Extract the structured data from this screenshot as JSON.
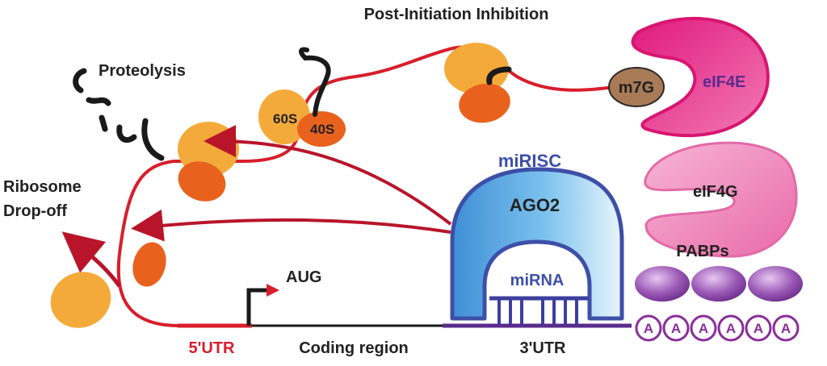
{
  "title": "Post-Initiation Inhibition",
  "labels": {
    "proteolysis": "Proteolysis",
    "ribosome_dropoff_line1": "Ribosome",
    "ribosome_dropoff_line2": "Drop-off",
    "subunit_60s": "60S",
    "subunit_40s": "40S",
    "cap": "m7G",
    "eif4e": "eIF4E",
    "eif4g": "eIF4G",
    "mirisc": "miRISC",
    "ago2": "AGO2",
    "mirna": "miRNA",
    "pabps": "PABPs",
    "aug": "AUG",
    "utr5": "5'UTR",
    "coding_region": "Coding region",
    "utr3": "3'UTR",
    "polya_letter": "A"
  },
  "polya_count": 6,
  "colors": {
    "mrna": "#d81e2c",
    "utr3": "#5a2b8c",
    "ribosome_large": "#f4aa3b",
    "ribosome_small": "#e8621e",
    "ago2": "#4aa3df",
    "ago2_border": "#3d4fa8",
    "eif4e": "#e0197d",
    "eif4g": "#f08ec0",
    "pabp": "#8a4aa8",
    "cap": "#a87a55",
    "polya_border": "#8a2e9a"
  }
}
